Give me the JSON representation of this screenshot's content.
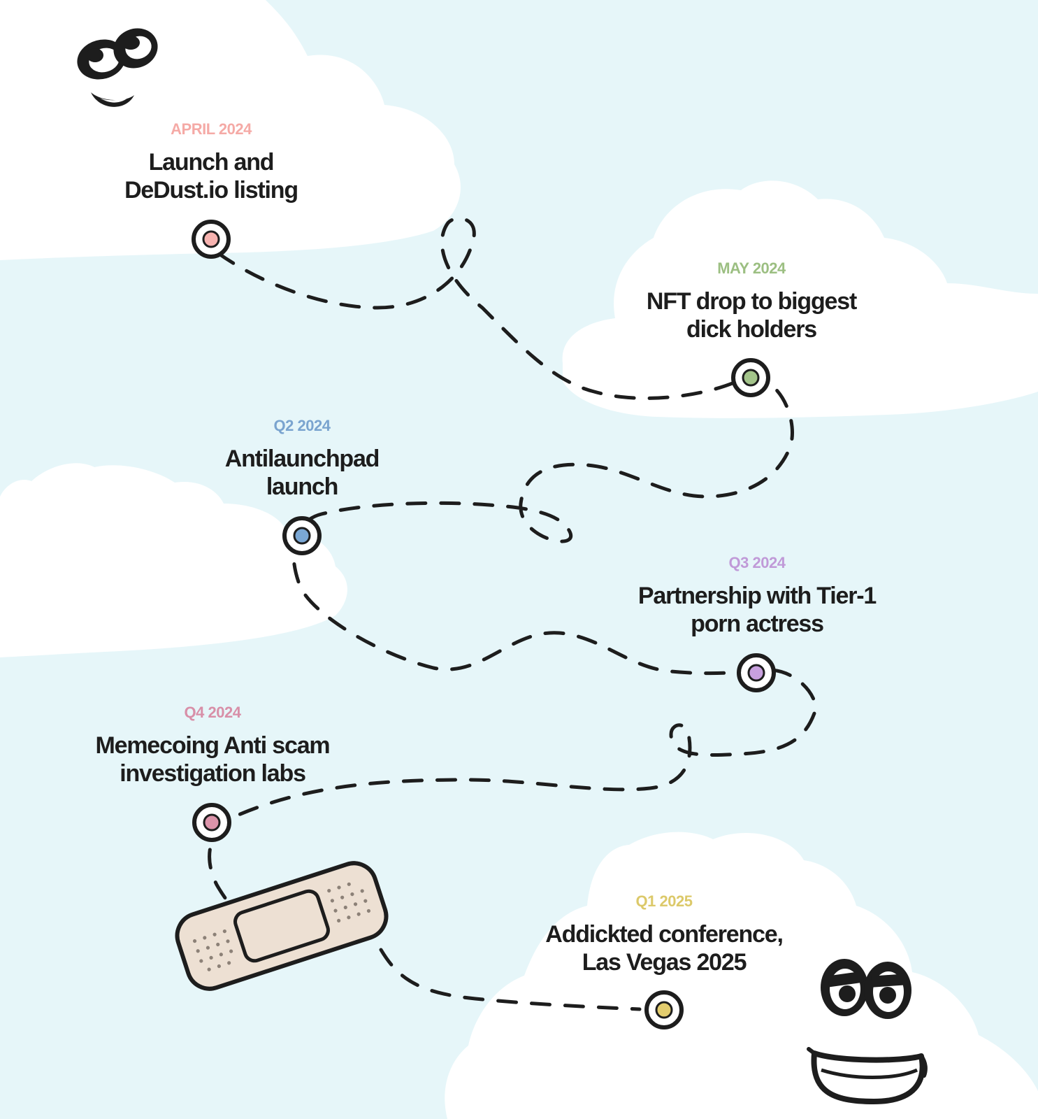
{
  "milestones": [
    {
      "date": "APRIL 2024",
      "title_line1": "Launch and",
      "title_line2": "DeDust.io listing",
      "color": "#f5aaa6",
      "dot_color": "#f7b3b0"
    },
    {
      "date": "MAY 2024",
      "title_line1": "NFT drop to biggest",
      "title_line2": "dick holders",
      "color": "#9cbf82",
      "dot_color": "#a3c48a"
    },
    {
      "date": "Q2 2024",
      "title_line1": "Antilaunchpad",
      "title_line2": "launch",
      "color": "#7aa4cf",
      "dot_color": "#7aa7d4"
    },
    {
      "date": "Q3 2024",
      "title_line1": "Partnership with Tier-1",
      "title_line2": "porn actress",
      "color": "#c09ad8",
      "dot_color": "#c8a0de"
    },
    {
      "date": "Q4 2024",
      "title_line1": "Memecoing Anti scam",
      "title_line2": "investigation labs",
      "color": "#d88fa8",
      "dot_color": "#dc94aa"
    },
    {
      "date": "Q1 2025",
      "title_line1": "Addickted conference,",
      "title_line2": "Las Vegas 2025",
      "color": "#dcc96a",
      "dot_color": "#e3cd6e"
    }
  ],
  "colors": {
    "sky": "#e6f6f9",
    "cloud": "#ffffff",
    "ink": "#1d1d1d",
    "bandage": "#ede0d3"
  },
  "icons": [
    "googly-eyes-face-icon",
    "sleepy-grin-face-icon",
    "bandage-icon"
  ]
}
